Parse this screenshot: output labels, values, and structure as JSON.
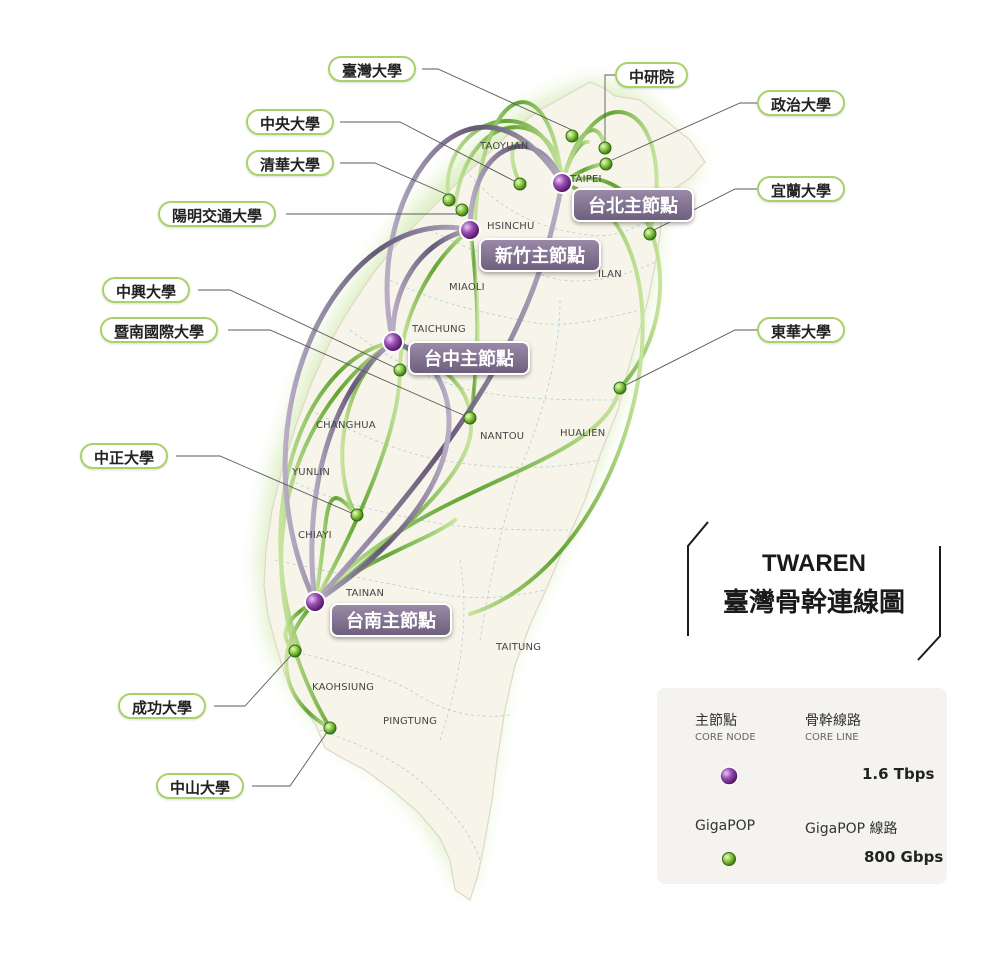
{
  "title": {
    "line1": "TWAREN",
    "line2": "臺灣骨幹連線圖"
  },
  "core_nodes": [
    {
      "id": "taipei",
      "label": "台北主節點"
    },
    {
      "id": "hsinchu",
      "label": "新竹主節點"
    },
    {
      "id": "taichung",
      "label": "台中主節點"
    },
    {
      "id": "tainan",
      "label": "台南主節點"
    }
  ],
  "universities": {
    "ntu": "臺灣大學",
    "ncu": "中央大學",
    "nthu": "清華大學",
    "nycu": "陽明交通大學",
    "nchu": "中興大學",
    "ncnu": "暨南國際大學",
    "ccu": "中正大學",
    "ncku": "成功大學",
    "nsysu": "中山大學",
    "sinica": "中研院",
    "nccu": "政治大學",
    "niu": "宜蘭大學",
    "ndhu": "東華大學"
  },
  "cities": {
    "taoyuan": "TAOYUAN",
    "taipei": "TAIPEI",
    "hsinchu": "HSINCHU",
    "miaoli": "MIAOLI",
    "ilan": "ILAN",
    "taichung": "TAICHUNG",
    "changhua": "CHANGHUA",
    "nantou": "NANTOU",
    "hualien": "HUALIEN",
    "yunlin": "YUNLIN",
    "chiayi": "CHIAYI",
    "tainan": "TAINAN",
    "taitung": "TAITUNG",
    "kaohsiung": "KAOHSIUNG",
    "pingtung": "PINGTUNG"
  },
  "legend": {
    "core_node_zh": "主節點",
    "core_node_en": "CORE NODE",
    "core_line_zh": "骨幹線路",
    "core_line_en": "CORE LINE",
    "core_line_speed": "1.6 Tbps",
    "gigapop": "GigaPOP",
    "gigapop_line": "GigaPOP  線路",
    "gigapop_speed": "800 Gbps"
  },
  "colors": {
    "core_line": "#6f6282",
    "gigapop_line": "#6fae2c",
    "core_node": "#7a2f8f",
    "gigapop_node": "#7cc242",
    "land": "#f7f5e9",
    "label_border": "#a7d36a"
  }
}
